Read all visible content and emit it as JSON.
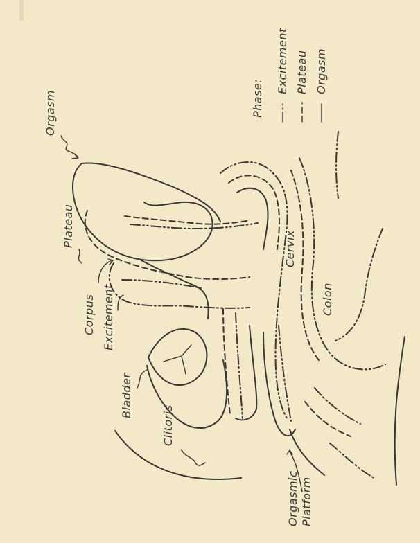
{
  "diagram": {
    "labels": {
      "orgasm": "Orgasm",
      "plateau": "Plateau",
      "corpus": "Corpus",
      "excitement": "Excitement",
      "bladder": "Bladder",
      "clitoris": "Clitoris",
      "cervix": "Cervix",
      "colon": "Colon",
      "orgasmic": "Orgasmic",
      "platform": "Platform"
    },
    "legend": {
      "title": "Phase:",
      "items": [
        {
          "label": "Excitement",
          "style": "dash-dot-dot"
        },
        {
          "label": "Plateau",
          "style": "dashed"
        },
        {
          "label": "Orgasm",
          "style": "solid"
        }
      ]
    },
    "colors": {
      "paper": "#f3e9c9",
      "ink": "#3a3632"
    }
  }
}
